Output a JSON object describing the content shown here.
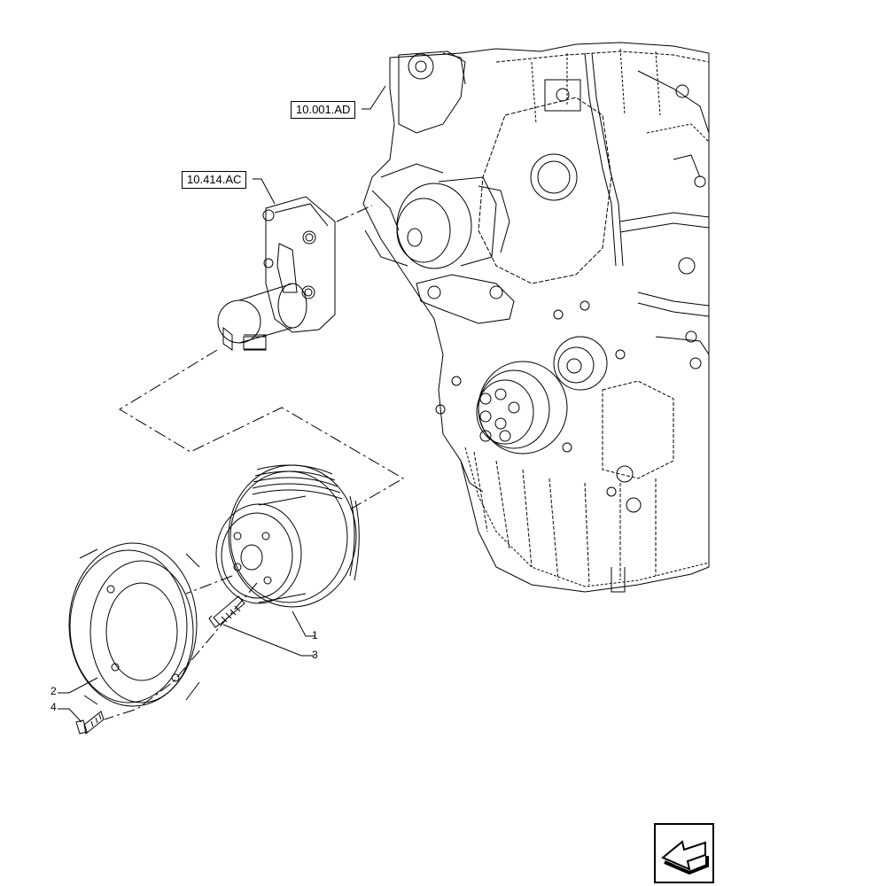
{
  "references": {
    "engine_front": "10.001.AD",
    "bracket": "10.414.AC"
  },
  "callouts": {
    "part_1": "1",
    "part_2": "2",
    "part_3": "3",
    "part_4": "4"
  },
  "nav_icon": "arrow-nav-icon",
  "colors": {
    "line": "#000000",
    "background": "#ffffff"
  }
}
